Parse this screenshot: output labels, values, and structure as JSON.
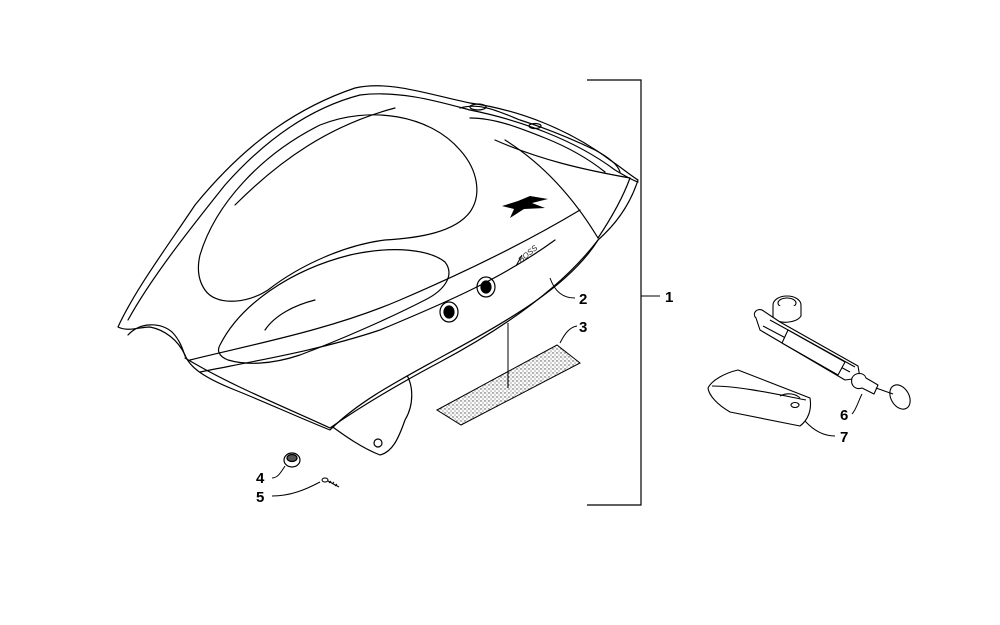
{
  "diagram": {
    "callouts": [
      "1",
      "2",
      "3",
      "4",
      "5",
      "6",
      "7"
    ],
    "seat_logo_text": "BOSS"
  }
}
